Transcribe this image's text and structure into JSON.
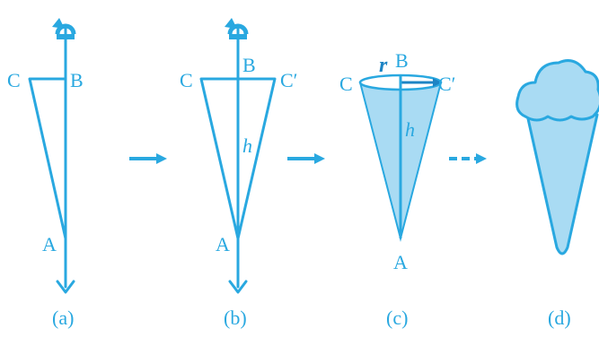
{
  "colors": {
    "stroke": "#29a8e0",
    "fill": "#a9dbf3",
    "dark": "#1d84c4"
  },
  "panels": {
    "a": {
      "caption": "(a)",
      "labels": {
        "C": "C",
        "B": "B",
        "A": "A"
      }
    },
    "b": {
      "caption": "(b)",
      "labels": {
        "C": "C",
        "B": "B",
        "C_prime": "C′",
        "A": "A",
        "h": "h"
      }
    },
    "c": {
      "caption": "(c)",
      "labels": {
        "C": "C",
        "r": "r",
        "B": "B",
        "C_prime": "C′",
        "A": "A",
        "h": "h"
      }
    },
    "d": {
      "caption": "(d)"
    }
  },
  "icons": [
    "rotation-arrow-icon",
    "right-arrow-icon",
    "down-arrow-icon"
  ]
}
